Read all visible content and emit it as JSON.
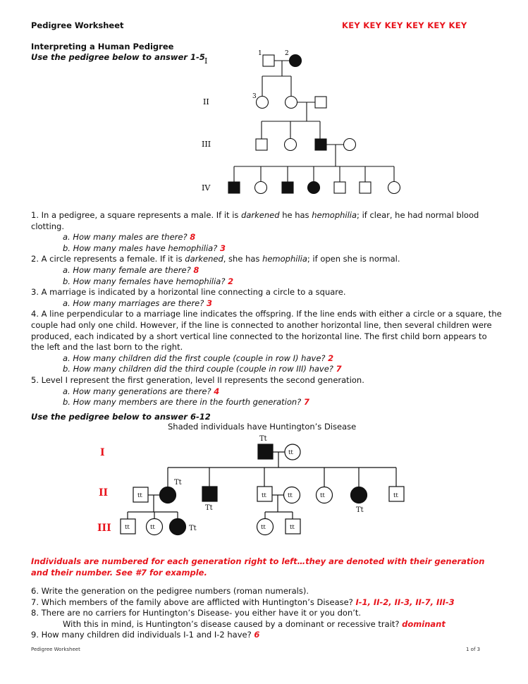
{
  "header": {
    "title": "Pedigree Worksheet",
    "key": "KEY KEY KEY KEY KEY KEY"
  },
  "section1": {
    "title": "Interpreting a Human Pedigree",
    "instruction": "Use the pedigree below to answer 1-5"
  },
  "pedigree1": {
    "gen_labels": [
      "I",
      "II",
      "III",
      "IV"
    ],
    "numbers": [
      "1",
      "2",
      "3"
    ],
    "individuals": {
      "gen1": [
        {
          "shape": "square",
          "affected": false
        },
        {
          "shape": "circle",
          "affected": true
        }
      ],
      "gen2": [
        {
          "shape": "circle",
          "affected": false
        },
        {
          "shape": "circle",
          "affected": false
        },
        {
          "shape": "square",
          "affected": false
        }
      ],
      "gen3": [
        {
          "shape": "square",
          "affected": false
        },
        {
          "shape": "circle",
          "affected": false
        },
        {
          "shape": "square",
          "affected": true
        },
        {
          "shape": "circle",
          "affected": false
        }
      ],
      "gen4": [
        {
          "shape": "square",
          "affected": true
        },
        {
          "shape": "circle",
          "affected": false
        },
        {
          "shape": "square",
          "affected": true
        },
        {
          "shape": "circle",
          "affected": true
        },
        {
          "shape": "square",
          "affected": false
        },
        {
          "shape": "square",
          "affected": false
        },
        {
          "shape": "circle",
          "affected": false
        }
      ]
    }
  },
  "questions1": {
    "q1": {
      "pre": "1. In a pedigree, a square represents a male. If it is ",
      "em1": "darkened",
      "mid": " he has ",
      "em2": "hemophilia",
      "post": "; if clear, he had normal blood clotting."
    },
    "q1a": {
      "text": "a. How many males are there?",
      "answer": "8"
    },
    "q1b": {
      "text": "b. How many males have hemophilia?",
      "answer": "3"
    },
    "q2": {
      "pre": "2. A circle represents a female. If it is ",
      "em1": "darkened",
      "mid": ", she has ",
      "em2": "hemophilia",
      "post": "; if open she is normal."
    },
    "q2a": {
      "text": "a. How many female are there?",
      "answer": "8"
    },
    "q2b": {
      "text": "b. How many females have hemophilia?",
      "answer": "2"
    },
    "q3": "3. A marriage is indicated by a horizontal line connecting a circle to a square.",
    "q3a": {
      "text": "a. How many marriages are there?",
      "answer": "3"
    },
    "q4": "4. A line perpendicular to a marriage line indicates the offspring. If the line ends with either a circle or a square, the couple had only one child. However, if the line is connected to another horizontal line, then several children were produced, each indicated by a short vertical line connected to the horizontal line. The first child born appears to the left and the last born to the right.",
    "q4a": {
      "text": "a. How many children did the first couple (couple in row I) have?",
      "answer": "2"
    },
    "q4b": {
      "text": "b. How many children did the third couple (couple in row III) have?",
      "answer": "7"
    },
    "q5": "5. Level I represent the first generation, level II represents the second generation.",
    "q5a": {
      "text": "a. How many generations are there?",
      "answer": "4"
    },
    "q5b": {
      "text": "b. How many members are there in the fourth generation?",
      "answer": "7"
    }
  },
  "section2": {
    "instruction": "Use the pedigree below to answer 6-12",
    "caption": "Shaded individuals have Huntington’s Disease"
  },
  "pedigree2": {
    "gen_labels": [
      "I",
      "II",
      "III"
    ],
    "genotypes": {
      "dominant_carrier": "Tt",
      "normal": "tt"
    }
  },
  "note": "Individuals are numbered for each generation right to left…they are denoted with their generation and their number.  See #7 for example.",
  "questions2": {
    "q6": "6. Write the generation on the pedigree numbers (roman numerals).",
    "q7": {
      "text": "7. Which members of the family above are afflicted with Huntington’s Disease?",
      "answer": "I-1, II-2, II-3, II-7, III-3"
    },
    "q8": "8. There are no carriers for Huntington’s Disease- you either have it or you don’t.",
    "q8b": {
      "text": "With this in mind, is Huntington’s disease caused by a dominant or recessive trait?",
      "answer": "dominant"
    },
    "q9": {
      "text": "9. How many children did individuals I-1 and I-2 have?",
      "answer": "6"
    }
  },
  "footer": {
    "left": "Pedigree Worksheet",
    "right": "1 of 3"
  },
  "colors": {
    "answer_red": "#e8141c",
    "ink": "#111111"
  }
}
